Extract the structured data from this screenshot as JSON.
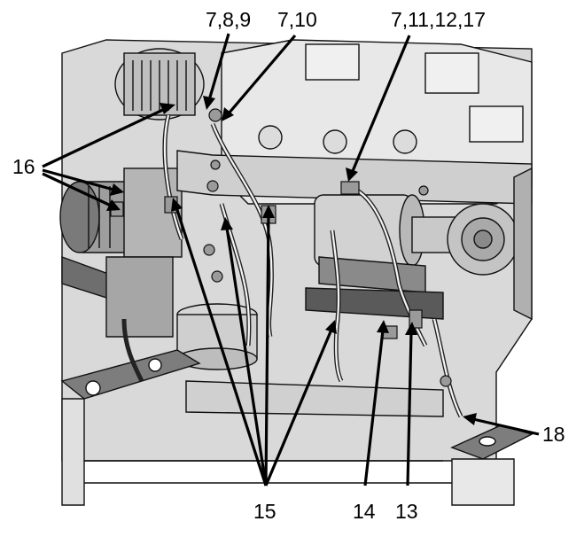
{
  "callouts": {
    "c_7_8_9": "7,8,9",
    "c_7_10": "7,10",
    "c_7_11_12_17": "7,11,12,17",
    "c_16": "16",
    "c_18": "18",
    "c_15": "15",
    "c_14": "14",
    "c_13": "13"
  },
  "colors": {
    "background": "#ffffff",
    "engine_light": "#e6e6e6",
    "engine_mid": "#bdbdbd",
    "engine_dark": "#6e6e6e",
    "leader": "#000000"
  }
}
